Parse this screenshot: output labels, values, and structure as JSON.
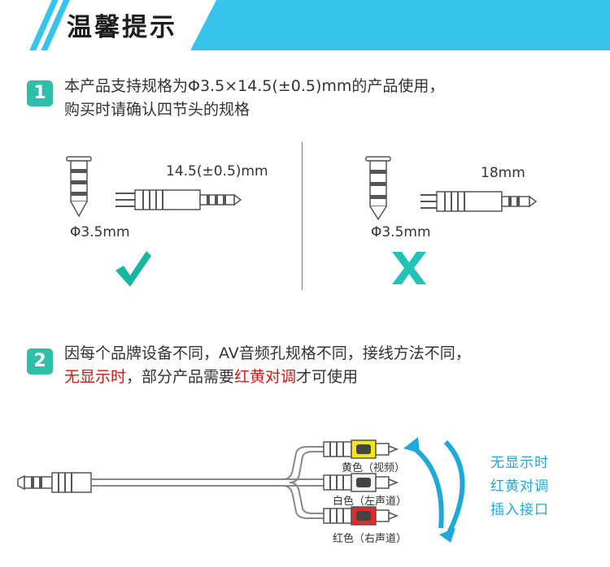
{
  "header": {
    "title": "温馨提示"
  },
  "step1": {
    "number": "1",
    "line1": "本产品支持规格为Φ3.5×14.5(±0.5)mm的产品使用，",
    "line2": "购买时请确认四节头的规格"
  },
  "comparison": {
    "good": {
      "length_label": "14.5(±0.5)mm",
      "diameter_label": "Φ3.5mm",
      "mark": "check"
    },
    "bad": {
      "length_label": "18mm",
      "diameter_label": "Φ3.5mm",
      "mark": "cross"
    }
  },
  "step2": {
    "number": "2",
    "line1": "因每个品牌设备不同，AV音频孔规格不同，接线方法不同，",
    "line2_part1": "无显示时",
    "line2_part2": "，部分产品需要",
    "line2_part3": "红黄对调",
    "line2_part4": "才可使用"
  },
  "cable": {
    "plugs": [
      {
        "label": "黄色（视频）",
        "color": "#f3e516"
      },
      {
        "label": "白色（左声道）",
        "color": "#f2f2f2"
      },
      {
        "label": "红色（右声道）",
        "color": "#e12a2a"
      }
    ]
  },
  "note": {
    "line1": "无显示时",
    "line2": "红黄对调",
    "line3": "插入接口"
  },
  "colors": {
    "accent": "#36c3ec",
    "step_badge": "#2fbfa8",
    "check": "#16b6a0",
    "cross": "#22c2b8",
    "highlight": "#d11616",
    "note": "#1fa9d9"
  }
}
